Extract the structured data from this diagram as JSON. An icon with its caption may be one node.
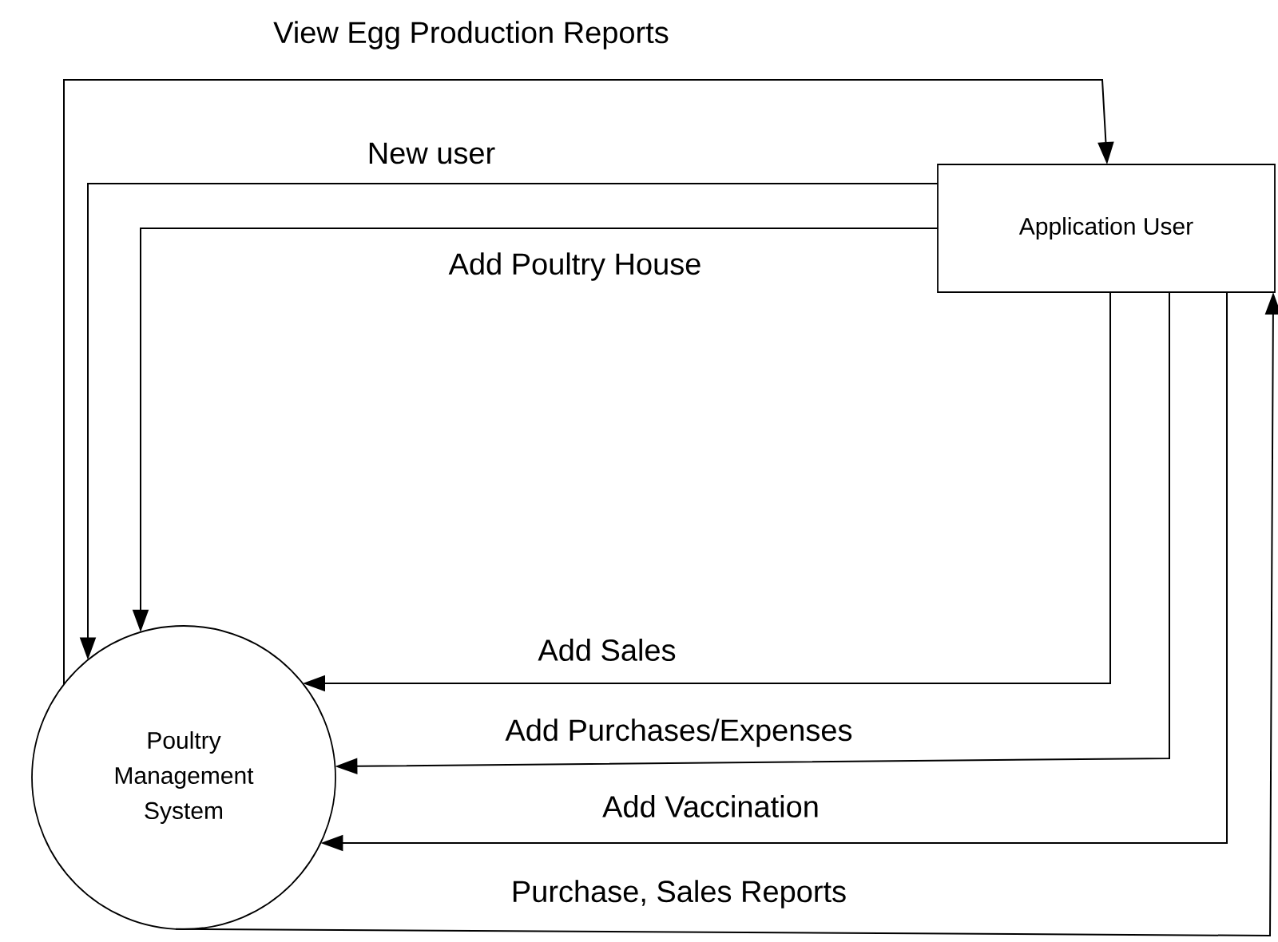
{
  "diagram": {
    "nodes": [
      {
        "text": [
          "Application User"
        ]
      },
      {
        "text": [
          "Poultry Management System"
        ]
      }
    ],
    "edges": [
      {
        "from": 1,
        "to": 0,
        "arrow": "to",
        "label": "View Egg Production Reports"
      },
      {
        "from": 0,
        "to": 1,
        "arrow": "to",
        "label": "New user"
      },
      {
        "from": 0,
        "to": 1,
        "arrow": "to",
        "label": "Add Poultry House"
      },
      {
        "from": 0,
        "to": 1,
        "arrow": "to",
        "label": "Add Sales"
      },
      {
        "from": 0,
        "to": 1,
        "arrow": "to",
        "label": "Add Purchases/Expenses"
      },
      {
        "from": 0,
        "to": 1,
        "arrow": "to",
        "label": "Add Vaccination"
      },
      {
        "from": 1,
        "to": 0,
        "arrow": "to",
        "label": "Purchase, Sales Reports"
      }
    ]
  }
}
